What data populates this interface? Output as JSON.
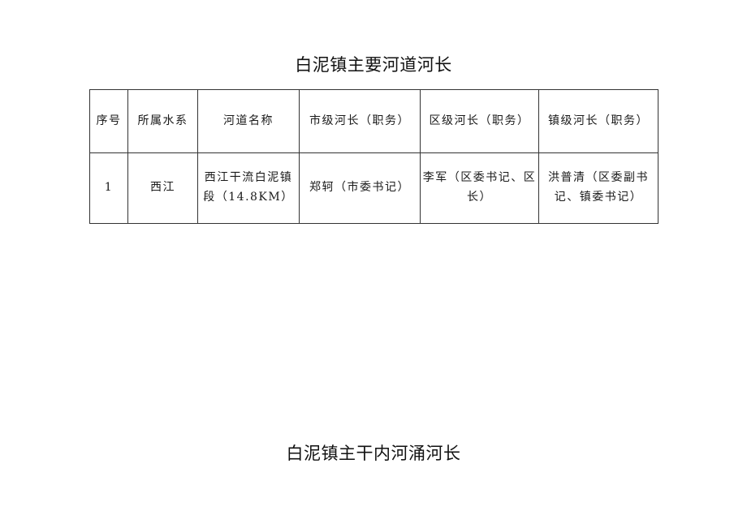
{
  "doc": {
    "title_main": "白泥镇主要河道河长",
    "title_secondary": "白泥镇主干内河涌河长"
  },
  "table": {
    "headers": [
      "序号",
      "所属水系",
      "河道名称",
      "市级河长（职务）",
      "区级河长（职务）",
      "镇级河长（职务）"
    ],
    "rows": [
      [
        "1",
        "西江",
        "西江干流白泥镇段（14.8KM）",
        "郑轲（市委书记）",
        "李军（区委书记、区长）",
        "洪普清（区委副书记、镇委书记）"
      ]
    ]
  }
}
